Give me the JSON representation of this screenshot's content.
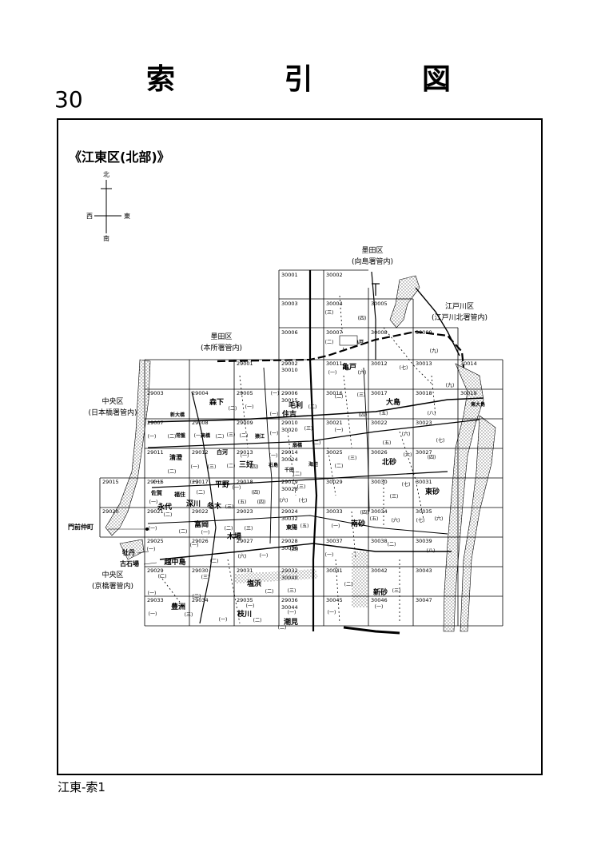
{
  "title": "索 引 図",
  "page_number": "30",
  "footer": "江東-索1",
  "section_title": "《江東区(北部)》",
  "compass": {
    "north": "北",
    "south": "南",
    "east": "東",
    "west": "西"
  },
  "regions": [
    {
      "name": "墨田区",
      "sub": "(向島署管内)"
    },
    {
      "name": "江戸川区",
      "sub": "(江戸川北署管内)"
    },
    {
      "name": "墨田区",
      "sub": "(本所署管内)"
    },
    {
      "name": "中央区",
      "sub": "(日本橋署管内)"
    },
    {
      "name": "中央区",
      "sub": "(京橋署管内)"
    }
  ],
  "grid_cells": [
    "30001",
    "30002",
    "30003",
    "30004",
    "30005",
    "30006",
    "30007",
    "30008",
    "30009",
    "29001",
    "30010",
    "30011",
    "30012",
    "30013",
    "30014",
    "29002",
    "29003",
    "29004",
    "29005",
    "29006",
    "30015",
    "30016",
    "30017",
    "30018",
    "30019",
    "29007",
    "29008",
    "29009",
    "29010",
    "30020",
    "30021",
    "30022",
    "30023",
    "29011",
    "29012",
    "29013",
    "29014",
    "30024",
    "30025",
    "30026",
    "30027",
    "29015",
    "29016",
    "29017",
    "29018",
    "29019",
    "30028",
    "30029",
    "30030",
    "30031",
    "29020",
    "29021",
    "29022",
    "29023",
    "29024",
    "30032",
    "30033",
    "30034",
    "30035",
    "29025",
    "29026",
    "29027",
    "29028",
    "30036",
    "30037",
    "30038",
    "30039",
    "29029",
    "29030",
    "29031",
    "29032",
    "30040",
    "30041",
    "30042",
    "30043",
    "29033",
    "29034",
    "29035",
    "29036",
    "30044",
    "30045",
    "30046",
    "30047"
  ],
  "place_names": [
    "亀戸",
    "毛利",
    "住吉",
    "大島",
    "扇橋",
    "海辺",
    "千田",
    "石島",
    "三好",
    "北砂",
    "東砂",
    "南砂",
    "新砂",
    "森下",
    "常盤",
    "高橋",
    "新大橋",
    "白河",
    "猿江",
    "清澄",
    "佐賀",
    "福住",
    "平野",
    "深川",
    "冬木",
    "永代",
    "富岡",
    "木場",
    "門前仲町",
    "牡丹",
    "古石場",
    "越中島",
    "塩浜",
    "枝川",
    "豊洲",
    "潮見",
    "東陽",
    "亀戸",
    "東大島"
  ],
  "chome_marks": [
    "(一)",
    "(二)",
    "(三)",
    "(四)",
    "(五)",
    "(六)",
    "(七)",
    "(八)",
    "(九)"
  ]
}
